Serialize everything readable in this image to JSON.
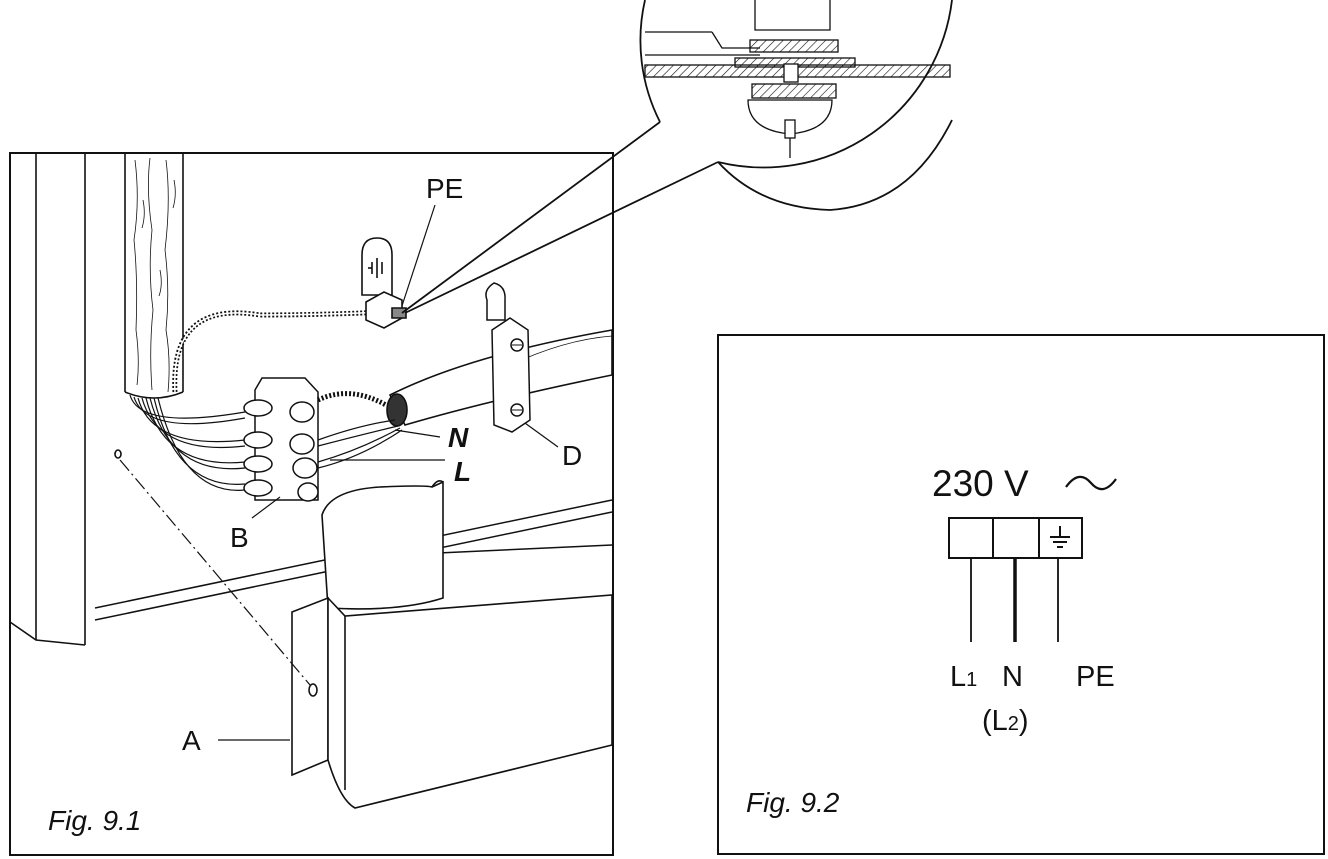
{
  "fig1": {
    "caption": "Fig. 9.1",
    "labels": {
      "pe": "PE",
      "n": "N",
      "l": "L",
      "d": "D",
      "b": "B",
      "a": "A"
    }
  },
  "fig2": {
    "caption": "Fig. 9.2",
    "voltage": "230 V",
    "terminals": {
      "l_main": "L",
      "l_sub": "1",
      "n": "N",
      "pe": "PE",
      "l2_open": "(L",
      "l2_sub": "2",
      "l2_close": ")"
    }
  }
}
